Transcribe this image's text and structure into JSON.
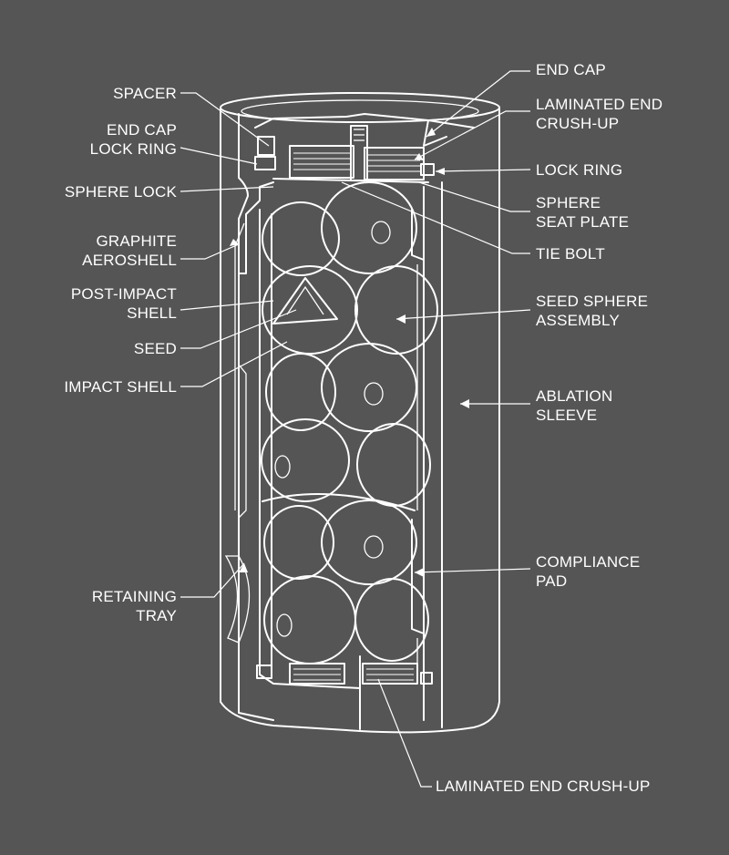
{
  "labels": {
    "spacer": "SPACER",
    "end_cap_lock_ring": [
      "END CAP",
      "LOCK RING"
    ],
    "sphere_lock": "SPHERE LOCK",
    "graphite_aeroshell": [
      "GRAPHITE",
      "AEROSHELL"
    ],
    "post_impact_shell": [
      "POST-IMPACT",
      "SHELL"
    ],
    "seed": "SEED",
    "impact_shell": "IMPACT SHELL",
    "retaining_tray": [
      "RETAINING",
      "TRAY"
    ],
    "end_cap": "END CAP",
    "laminated_end_crush_up_top": [
      "LAMINATED END",
      "CRUSH-UP"
    ],
    "lock_ring": "LOCK RING",
    "sphere_seat_plate": [
      "SPHERE",
      "SEAT PLATE"
    ],
    "tie_bolt": "TIE BOLT",
    "seed_sphere_assembly": [
      "SEED SPHERE",
      "ASSEMBLY"
    ],
    "ablation_sleeve": [
      "ABLATION",
      "SLEEVE"
    ],
    "compliance_pad": [
      "COMPLIANCE",
      "PAD"
    ],
    "laminated_end_crush_up_bottom": "LAMINATED END CRUSH-UP"
  },
  "colors": {
    "background": "#555555",
    "line": "#ffffff"
  }
}
